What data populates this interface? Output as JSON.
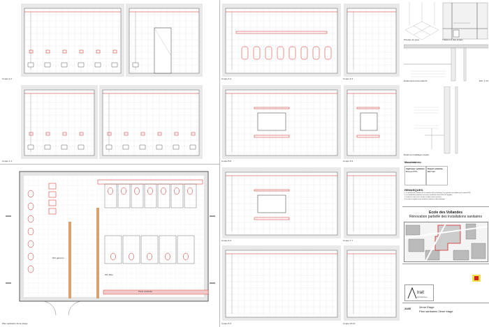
{
  "sections": [
    {
      "id": "s22",
      "label": "Coupe 2-2"
    },
    {
      "id": "s44",
      "label": "Coupe 4-4"
    },
    {
      "id": "s33",
      "label": "Coupe 3-3"
    },
    {
      "id": "s11",
      "label": "Coupe 1-1"
    },
    {
      "id": "s88",
      "label": "Coupe 8-8"
    },
    {
      "id": "s99",
      "label": "Coupe 9-9"
    },
    {
      "id": "s66",
      "label": "Coupe 6-6"
    },
    {
      "id": "s77",
      "label": "Coupe 7-7"
    },
    {
      "id": "s55",
      "label": "Coupe 5-5"
    },
    {
      "id": "s1010",
      "label": "Coupe 10-10"
    }
  ],
  "details": {
    "tiles_label": "Principe de pose",
    "corner_label": "Traitement des angles",
    "ceiling_label": "Détail raccord au plafond",
    "wall_label": "Détail sur habillage cuvette",
    "scale": "Ech. 1:10"
  },
  "plan": {
    "label": "Plan sanitaires 2ème étage",
    "rooms": [
      "WC garçons",
      "WC filles"
    ],
    "note": "Porte existante"
  },
  "title_block": {
    "mandataires_heading": "Mandataires:",
    "engineer_title": "Ingénieur sanitaire",
    "engineer_name": "Bureau BTS",
    "expert_title": "Expert amiante",
    "expert_name": "BEI Sàrl",
    "remarks_heading": "REMARQUES:",
    "remarks": [
      "1. La position des colonnes EU et conduites EF est théorique. Leur position sera définie par le bureau BTS.",
      "2. Les installations sanitaires sont sous contrôle du bureau BTS, M. Négodès.",
      "3. Toutes les cotes sont à vérifier sur place avant exécution.",
      "4. Les locaux vignés seront assainis et démolis en désamiantage."
    ],
    "project_title": "Ecole des Vollandes",
    "project_subtitle": "Rénovation partielle des installations sanitaires",
    "architect_logo": "trait architectes",
    "plan_number": "2445",
    "floor": "2ème Etage",
    "plan_title": "Plan sanitaires 2ème étage",
    "accent": "#d62020"
  }
}
